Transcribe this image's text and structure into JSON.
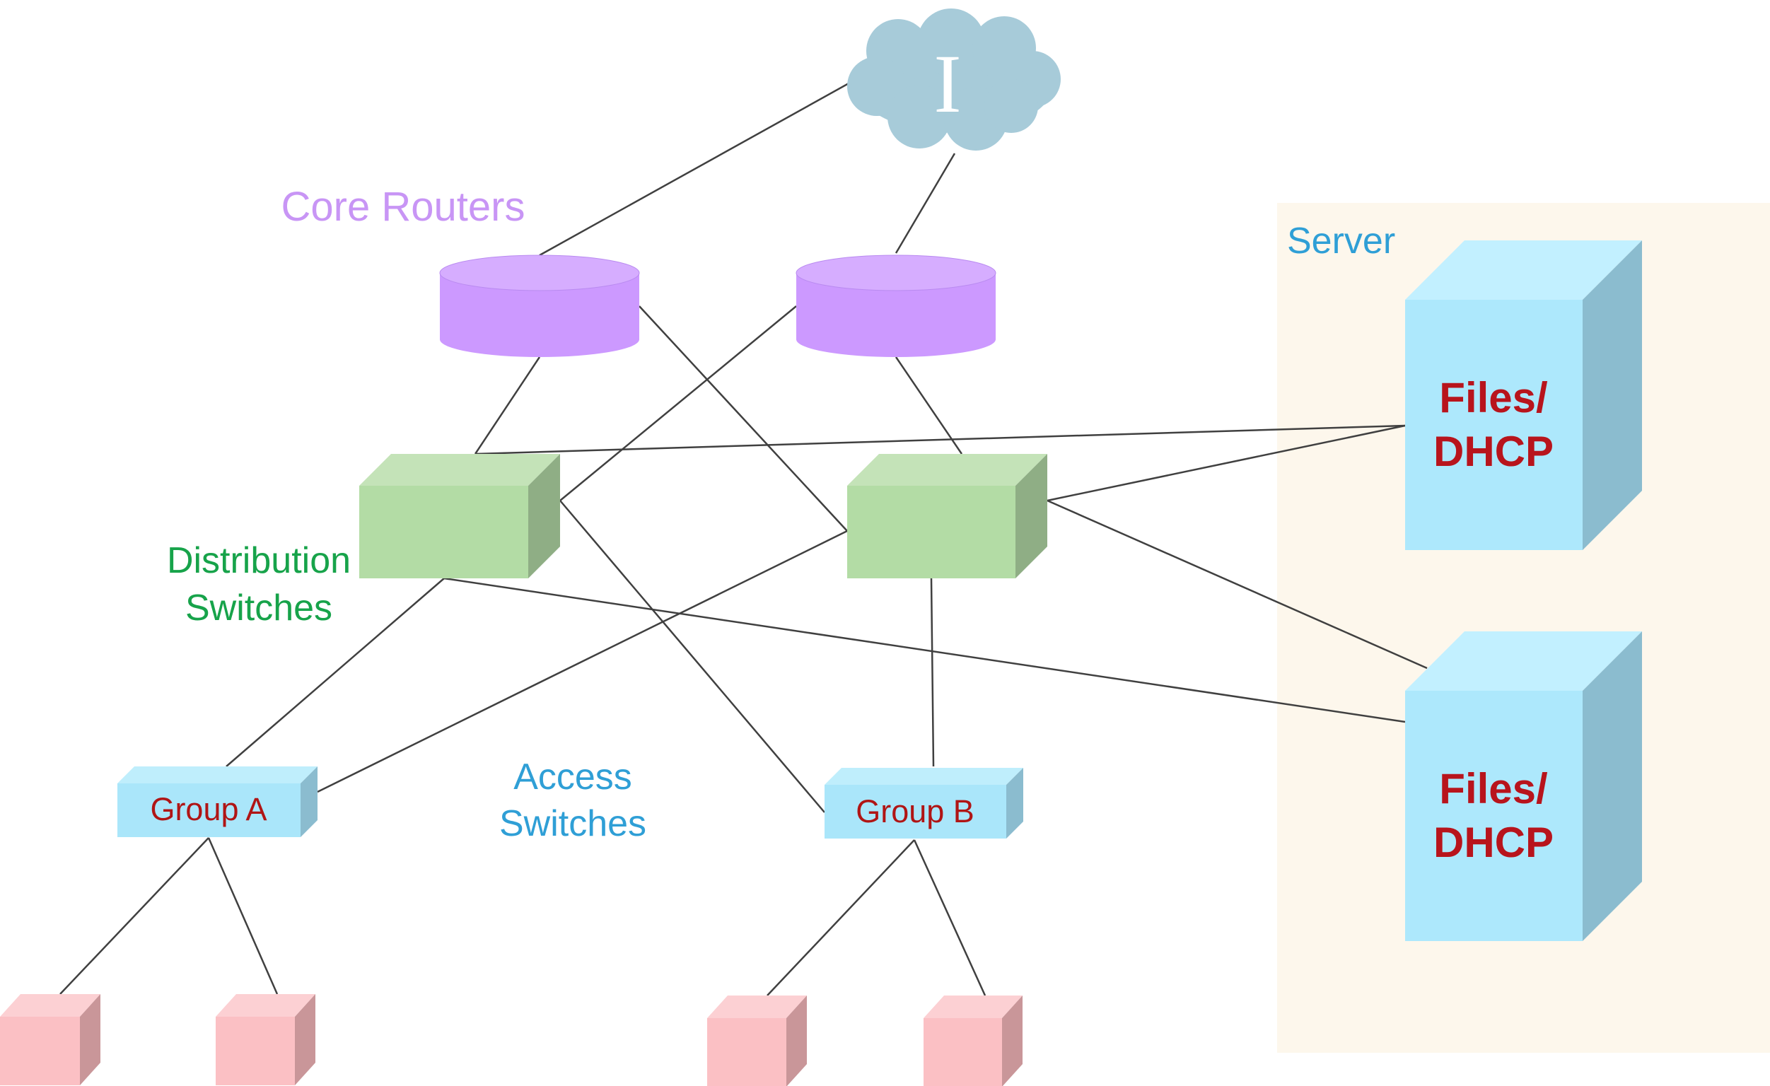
{
  "title": "",
  "labels": {
    "core_routers": "Core Routers",
    "distribution_line1": "Distribution",
    "distribution_line2": "Switches",
    "access_line1": "Access",
    "access_line2": "Switches",
    "server": "Server"
  },
  "internet": {
    "glyph": "I"
  },
  "access_switches": [
    {
      "id": "group-a",
      "label": "Group A"
    },
    {
      "id": "group-b",
      "label": "Group B"
    }
  ],
  "servers": [
    {
      "id": "server-1",
      "line1": "Files/",
      "line2": "DHCP"
    },
    {
      "id": "server-2",
      "line1": "Files/",
      "line2": "DHCP"
    }
  ],
  "colors": {
    "core_router": "#cc99ff",
    "distribution_switch": "#b3dca5",
    "access_switch": "#aae6fa",
    "server": "#ade8fc",
    "host": "#fbc0c4",
    "cloud": "#a7cbd9",
    "server_area": "#fdf7ec",
    "link": "#404040",
    "core_label": "#c895f5",
    "distribution_label": "#17a34a",
    "access_label": "#2f9fd6",
    "group_label": "#b01515",
    "server_text": "#b8141c"
  }
}
